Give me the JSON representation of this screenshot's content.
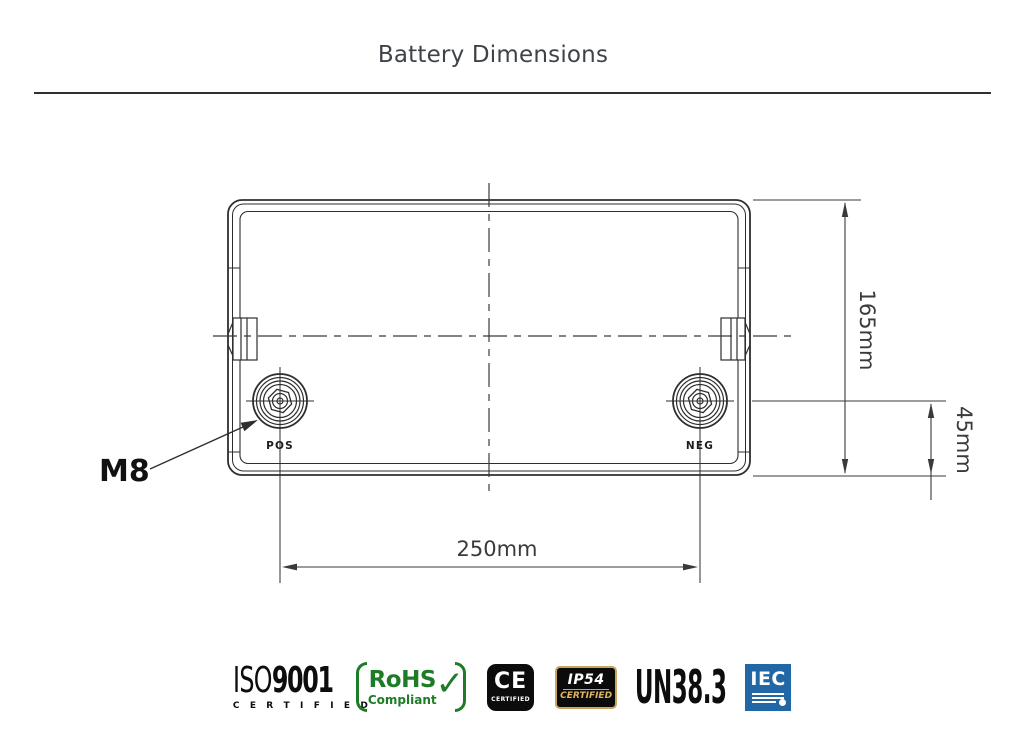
{
  "page": {
    "title": "Battery Dimensions"
  },
  "diagram": {
    "labels": {
      "pos": "POS",
      "neg": "NEG",
      "bolt": "M8"
    },
    "dimensions": {
      "height": "165mm",
      "terminal_height": "45mm",
      "terminal_spacing": "250mm"
    },
    "line_color": "#2e2e2e",
    "dim_color": "#3a3a3a"
  },
  "badges": {
    "iso9001": {
      "prefix": "ISO",
      "number": "9001",
      "sub": "C E R T I F I E D"
    },
    "rohs": {
      "title": "RoHS",
      "sub": "Compliant",
      "check": "✓",
      "color": "#1e7c26"
    },
    "ce": {
      "title": "CE",
      "sub": "CERTIFIED"
    },
    "ip54": {
      "title": "IP54",
      "sub": "CERTIFIED",
      "border_color": "#c7a55a",
      "text_color": "#e0b45e"
    },
    "un383": {
      "title": "UN38.3"
    },
    "iec": {
      "title": "IEC",
      "color": "#2166a5"
    }
  }
}
